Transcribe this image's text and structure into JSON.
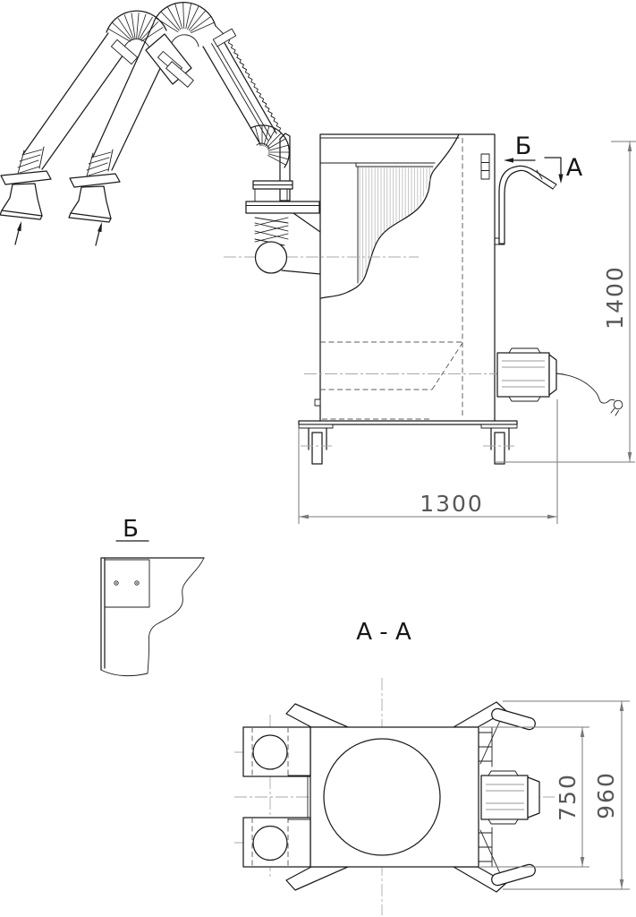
{
  "main_view": {
    "dimension_height": "1400",
    "dimension_length": "1300",
    "view_marker_b": "Б",
    "section_marker_a": "А"
  },
  "detail_view_b": {
    "title": "Б"
  },
  "section_view_aa": {
    "title": "А - А",
    "dimension_inner_width": "750",
    "dimension_overall_width": "960"
  },
  "colors": {
    "background": "#ffffff",
    "line": "#1c1c1c",
    "dimension_line": "#7a7a7a",
    "dimension_text": "#575757",
    "centerline": "#a8a8a8",
    "hidden_line": "#5e5e5e",
    "hatch": "#b8b8b8"
  },
  "icons": {
    "airflow_arrow": "filled triangle arrow pointing up into suction hood",
    "view_direction_arrow": "filled triangle arrow pointing left (view Б)",
    "section_cut_arrow": "filled triangle arrow pointing down (section А)",
    "dimension_arrow": "slender filled triangle arrowheads on dimension lines",
    "power_plug_icon": "circle with two prongs at end of cable"
  }
}
